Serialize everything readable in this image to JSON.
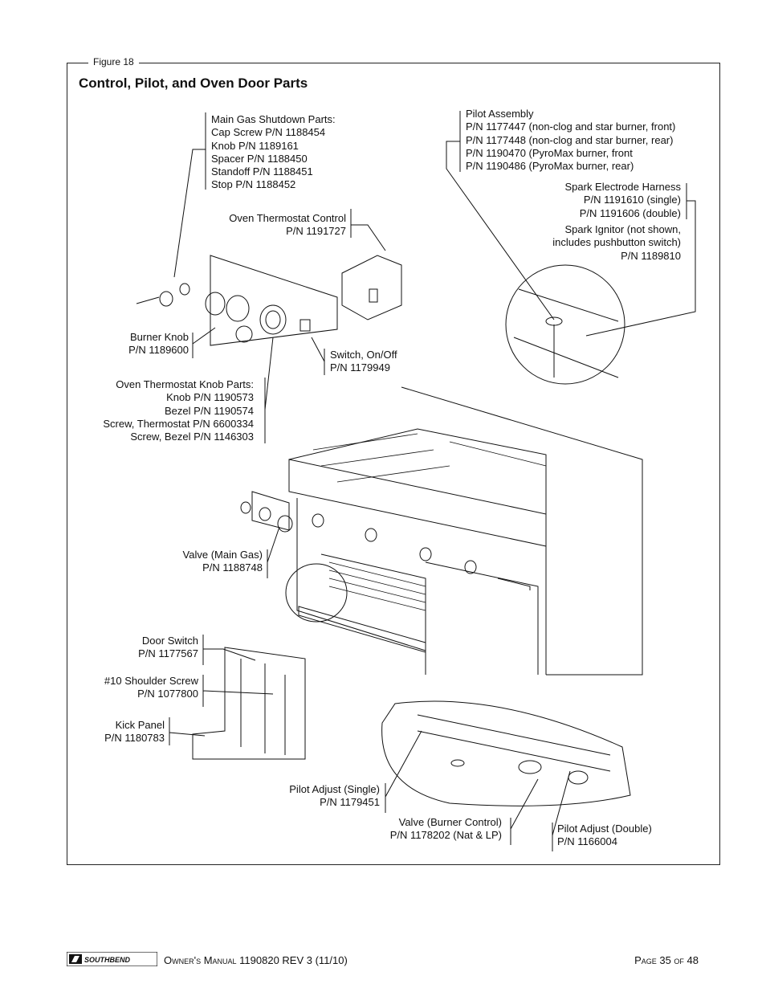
{
  "figure_label": "Figure 18",
  "title": "Control, Pilot, and Oven Door Parts",
  "callouts": {
    "main_gas": [
      "Main Gas Shutdown Parts:",
      "Cap Screw  P/N 1188454",
      "Knob  P/N 1189161",
      "Spacer  P/N 1188450",
      "Standoff  P/N 1188451",
      "Stop  P/N 1188452"
    ],
    "pilot_assembly": [
      "Pilot Assembly",
      "P/N 1177447 (non-clog and star burner, front)",
      "P/N 1177448 (non-clog and star burner, rear)",
      "P/N 1190470 (PyroMax burner, front",
      "P/N 1190486 (PyroMax burner, rear)"
    ],
    "spark_harness": [
      "Spark Electrode Harness",
      "P/N 1191610 (single)",
      "P/N 1191606 (double)"
    ],
    "spark_ignitor": [
      "Spark Ignitor (not shown,",
      "includes pushbutton switch)",
      "P/N 1189810"
    ],
    "oven_thermostat": [
      "Oven Thermostat Control",
      "P/N 1191727"
    ],
    "burner_knob": [
      "Burner Knob",
      "P/N 1189600"
    ],
    "switch": [
      "Switch, On/Off",
      "P/N 1179949"
    ],
    "thermostat_knob": [
      "Oven Thermostat Knob Parts:",
      "Knob  P/N 1190573",
      "Bezel  P/N 1190574",
      "Screw, Thermostat  P/N 6600334",
      "Screw, Bezel  P/N 1146303"
    ],
    "valve_main": [
      "Valve (Main Gas)",
      "P/N 1188748"
    ],
    "door_switch": [
      "Door Switch",
      "P/N 1177567"
    ],
    "shoulder_screw": [
      "#10 Shoulder Screw",
      "P/N 1077800"
    ],
    "kick_panel": [
      "Kick Panel",
      "P/N 1180783"
    ],
    "pilot_single": [
      "Pilot Adjust (Single)",
      "P/N 1179451"
    ],
    "valve_burner": [
      "Valve (Burner Control)",
      "P/N 1178202 (Nat & LP)"
    ],
    "pilot_double": [
      "Pilot Adjust (Double)",
      "P/N 1166004"
    ]
  },
  "footer": {
    "logo_text": "SOUTHBEND",
    "manual": "Owner's Manual 1190820 REV 3 (11/10)",
    "page": "Page 35 of 48"
  }
}
